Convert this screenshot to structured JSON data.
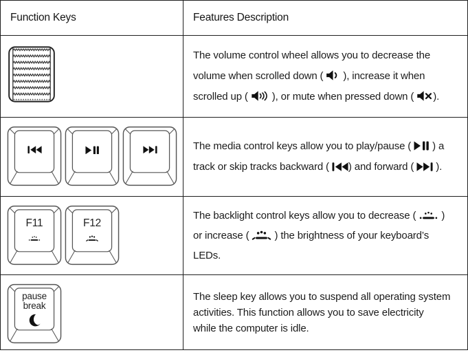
{
  "colors": {
    "background": "#ffffff",
    "border": "#1f1f1f",
    "text": "#1b1b1b",
    "icon": "#111111"
  },
  "header": {
    "function_keys": "Function Keys",
    "features_description": "Features Description"
  },
  "rows": {
    "volume": {
      "key_illustration": "volume-control-wheel",
      "description_lines": [
        [
          {
            "text": "The volume control wheel allows you to decrease the"
          }
        ],
        [
          {
            "text": "volume when scrolled down ( "
          },
          {
            "icon": "volume-down"
          },
          {
            "text": " ), increase it when"
          }
        ],
        [
          {
            "text": "scrolled up ( "
          },
          {
            "icon": "volume-up"
          },
          {
            "text": " ), or mute when pressed down ( "
          },
          {
            "icon": "volume-mute"
          },
          {
            "text": ")."
          }
        ]
      ]
    },
    "media": {
      "keys": [
        {
          "icon": "prev-track"
        },
        {
          "icon": "play-pause"
        },
        {
          "icon": "next-track"
        }
      ],
      "description_lines": [
        [
          {
            "text": "The media control keys allow you to play/pause ( "
          },
          {
            "icon": "play-pause"
          },
          {
            "text": " ) a"
          }
        ],
        [
          {
            "text": "track or skip tracks backward ( "
          },
          {
            "icon": "prev-track"
          },
          {
            "text": ") and forward ( "
          },
          {
            "icon": "next-track"
          },
          {
            "text": " )."
          }
        ]
      ]
    },
    "backlight": {
      "keys": [
        {
          "label": "F11",
          "icon": "brightness-down"
        },
        {
          "label": "F12",
          "icon": "brightness-up"
        }
      ],
      "description_lines": [
        [
          {
            "text": "The backlight control keys allow you to decrease ( "
          },
          {
            "icon": "brightness-down"
          },
          {
            "text": " )"
          }
        ],
        [
          {
            "text": "or increase ( "
          },
          {
            "icon": "brightness-up"
          },
          {
            "text": " ) the brightness of your keyboard’s"
          }
        ],
        [
          {
            "text": "LEDs."
          }
        ]
      ]
    },
    "sleep": {
      "key": {
        "label_top": "pause",
        "label_bottom": "break",
        "icon": "sleep-moon"
      },
      "description_lines": [
        [
          {
            "text": "The sleep key allows you to suspend all operating system"
          }
        ],
        [
          {
            "text": "activities. This function allows you to save electricity"
          }
        ],
        [
          {
            "text": "while the computer is idle."
          }
        ]
      ]
    }
  }
}
